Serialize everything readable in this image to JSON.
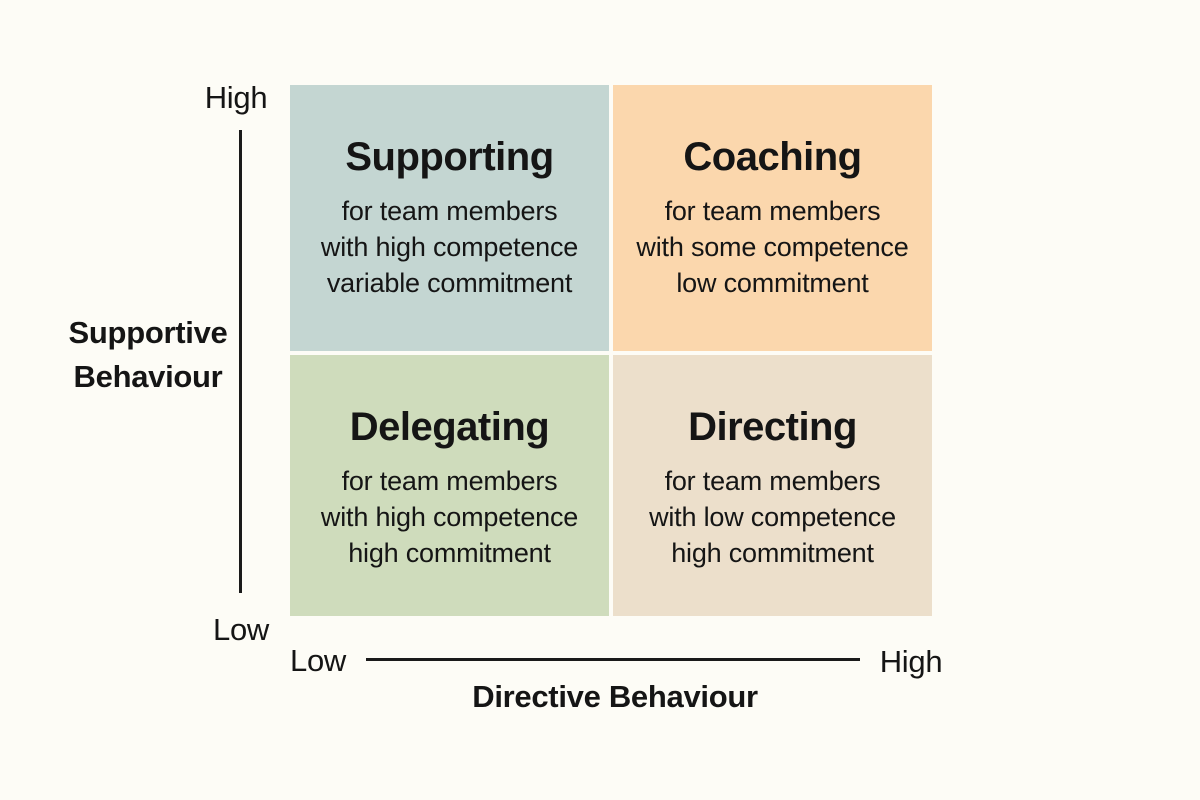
{
  "page": {
    "background": "#fdfcf6",
    "text_color": "#151515",
    "axis_color": "#1a1a1a"
  },
  "y_axis": {
    "top_label": "High",
    "bottom_label": "Low",
    "title_line1": "Supportive",
    "title_line2": "Behaviour"
  },
  "x_axis": {
    "left_label": "Low",
    "right_label": "High",
    "title": "Directive Behaviour"
  },
  "quadrants": [
    {
      "title": "Supporting",
      "description": [
        "for team members",
        "with high competence",
        "variable commitment"
      ],
      "color": "#c4d6d2"
    },
    {
      "title": "Coaching",
      "description": [
        "for team members",
        "with some competence",
        "low commitment"
      ],
      "color": "#fbd7ad"
    },
    {
      "title": "Delegating",
      "description": [
        "for team members",
        "with high competence",
        "high commitment"
      ],
      "color": "#cfdcbc"
    },
    {
      "title": "Directing",
      "description": [
        "for team members",
        "with low competence",
        "high commitment"
      ],
      "color": "#ecdfcb"
    }
  ]
}
